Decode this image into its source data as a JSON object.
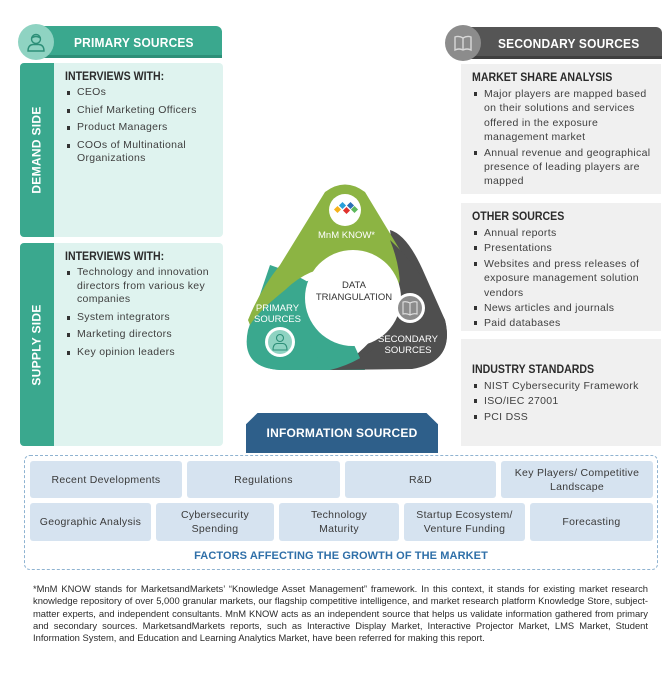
{
  "primary": {
    "header": "PRIMARY SOURCES",
    "icon": "person-icon",
    "demand_side": {
      "tab_label": "DEMAND SIDE",
      "heading": "INTERVIEWS WITH:",
      "items": [
        "CEOs",
        "Chief Marketing Officers",
        "Product Managers",
        "COOs of Multinational Organizations"
      ]
    },
    "supply_side": {
      "tab_label": "SUPPLY SIDE",
      "heading": "INTERVIEWS WITH:",
      "items": [
        "Technology and innovation directors from various key companies",
        "System integrators",
        "Marketing directors",
        "Key opinion leaders"
      ]
    }
  },
  "secondary": {
    "header": "SECONDARY SOURCES",
    "icon": "book-icon",
    "market_share": {
      "heading": "MARKET SHARE ANALYSIS",
      "items": [
        "Major players are mapped based on their solutions and services offered in the exposure management market",
        "Annual revenue and geographical presence of leading players are mapped"
      ]
    },
    "other_sources": {
      "heading": "OTHER SOURCES",
      "items": [
        "Annual reports",
        "Presentations",
        "Websites and press releases of exposure management solution vendors",
        "News articles and journals",
        "Paid databases"
      ]
    },
    "industry_standards": {
      "heading": "INDUSTRY STANDARDS",
      "items": [
        "NIST Cybersecurity Framework",
        "ISO/IEC 27001",
        "PCI DSS"
      ]
    }
  },
  "triangulation": {
    "center_line1": "DATA",
    "center_line2": "TRIANGULATION",
    "top_label": "MnM KNOW*",
    "left_label_line1": "PRIMARY",
    "left_label_line2": "SOURCES",
    "right_label_line1": "SECONDARY",
    "right_label_line2": "SOURCES",
    "colors": {
      "green": "#8cb443",
      "teal": "#3aa88e",
      "dark": "#4f4f4f"
    }
  },
  "information_sourced": {
    "title": "INFORMATION SOURCED",
    "row1": [
      "Recent Developments",
      "Regulations",
      "R&D",
      "Key Players/ Competitive Landscape"
    ],
    "row2": [
      "Geographic Analysis",
      "Cybersecurity Spending",
      "Technology Maturity",
      "Startup Ecosystem/ Venture Funding",
      "Forecasting"
    ],
    "footer": "FACTORS AFFECTING THE GROWTH OF THE MARKET"
  },
  "footnote": "*MnM KNOW stands for MarketsandMarkets’ “Knowledge Asset Management” framework. In this context, it stands for existing market research knowledge repository of over 5,000 granular markets, our flagship competitive intelligence, and market research platform Knowledge Store, subject-matter experts, and independent consultants. MnM KNOW acts as an independent source that helps us validate information gathered from primary and secondary sources. MarketsandMarkets reports, such as Interactive Display Market, Interactive Projector Market, LMS Market, Student Information System, and Education and Learning Analytics Market, have been referred for making this report."
}
